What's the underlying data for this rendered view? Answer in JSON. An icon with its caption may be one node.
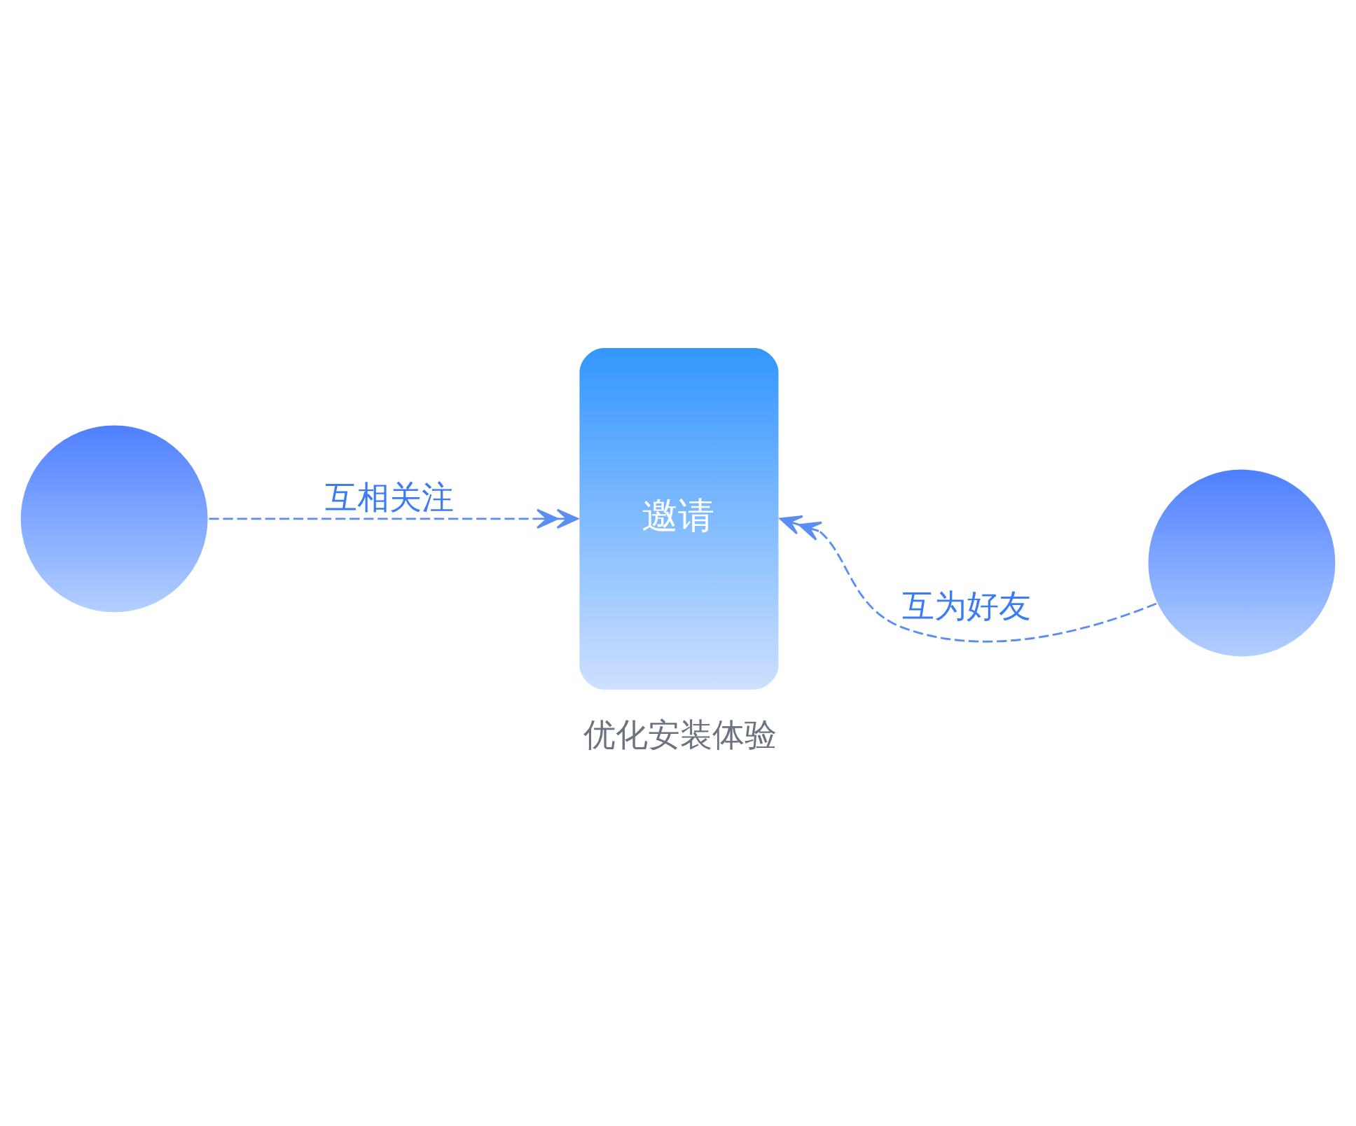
{
  "diagram": {
    "nodes": [
      {
        "text": [],
        "shape": "person"
      },
      {
        "text": [
          "邀请"
        ],
        "beside": [
          "优化安装体验"
        ]
      },
      {
        "text": [],
        "shape": "person"
      }
    ],
    "edges": [
      {
        "from": 0,
        "to": 1,
        "arrow": "to",
        "label": "互相关注",
        "style": "dashed"
      },
      {
        "from": 2,
        "to": 1,
        "arrow": "to",
        "label": "互为好友",
        "style": "dashed"
      }
    ]
  }
}
